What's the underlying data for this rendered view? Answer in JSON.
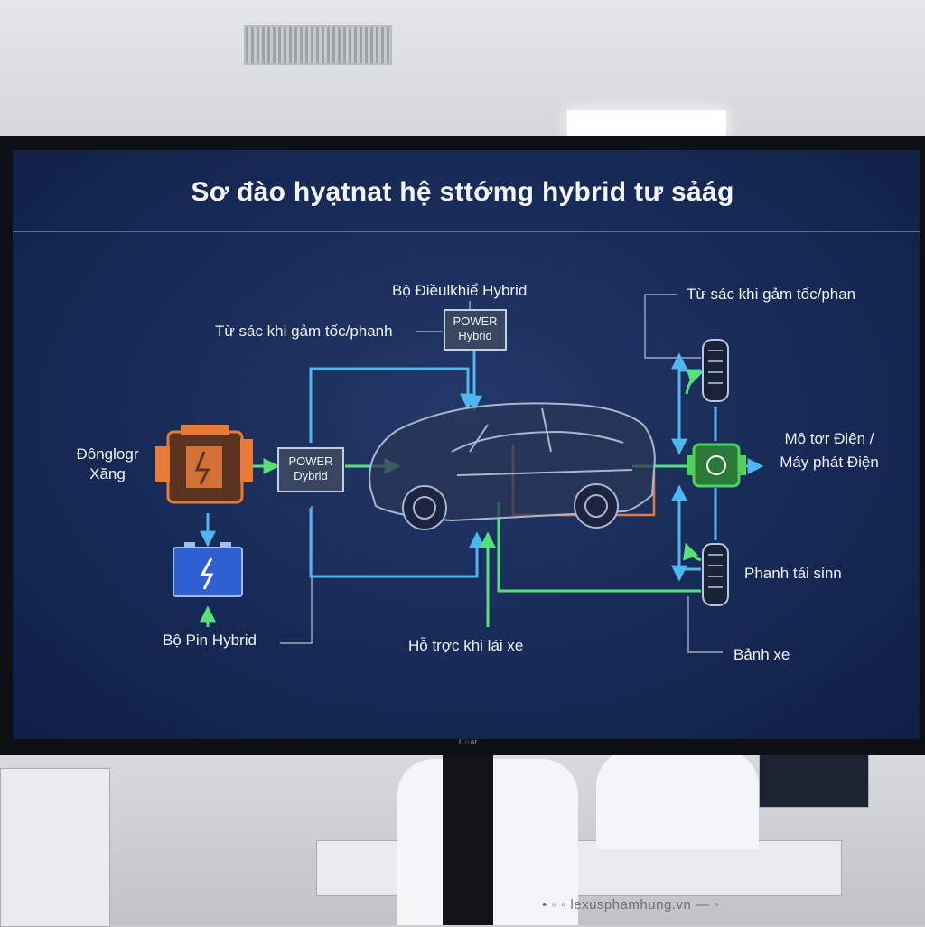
{
  "diagram": {
    "title": "Sơ đào hyạtnat hệ sttớmg hybrid tư sảág",
    "labels": {
      "controller": "Bộ Điềulkhiể Hybrid",
      "regen_left": "Từ sác khi gảm tốc/phanh",
      "regen_right": "Từ sác khi gảm tốc/phan",
      "engine_line1": "Đônglogr",
      "engine_line2": "Xăng",
      "motor_line1": "Mô tơr Điện /",
      "motor_line2": "Máy phát Điện",
      "battery": "Bộ Pin Hybrid",
      "assist": "Hỗ trợc khi lái xe",
      "regen_brake": "Phanh tái sinn",
      "wheel": "Bảnh xe"
    },
    "modules": {
      "top_line1": "POWER",
      "top_line2": "Hybrid",
      "mid_line1": "POWER",
      "mid_line2": "Dybrid"
    },
    "colors": {
      "screen_bg": "#172a56",
      "electric_flow": "#4fb6f0",
      "assist_flow": "#56e07a",
      "engine": "#e87b3a",
      "battery": "#2f5fd0",
      "motor": "#4fd35a"
    }
  },
  "monitor": {
    "brand": "ℂ∩ar"
  },
  "watermark": "• ◦ ◦ lexusphamhung.vn — ◦"
}
